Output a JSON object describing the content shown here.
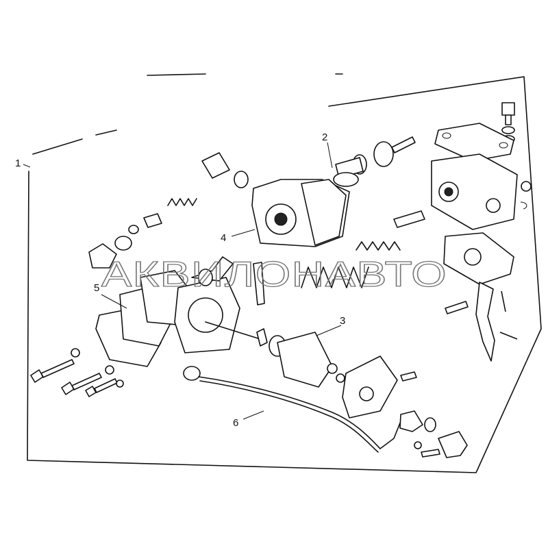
{
  "diagram": {
    "callouts": [
      {
        "id": "1",
        "text": "1"
      },
      {
        "id": "2",
        "text": "2"
      },
      {
        "id": "3",
        "text": "3"
      },
      {
        "id": "4",
        "text": "4"
      },
      {
        "id": "5",
        "text": "5"
      },
      {
        "id": "6",
        "text": "6"
      }
    ],
    "watermark": "АКВИЛОНАВТО"
  }
}
